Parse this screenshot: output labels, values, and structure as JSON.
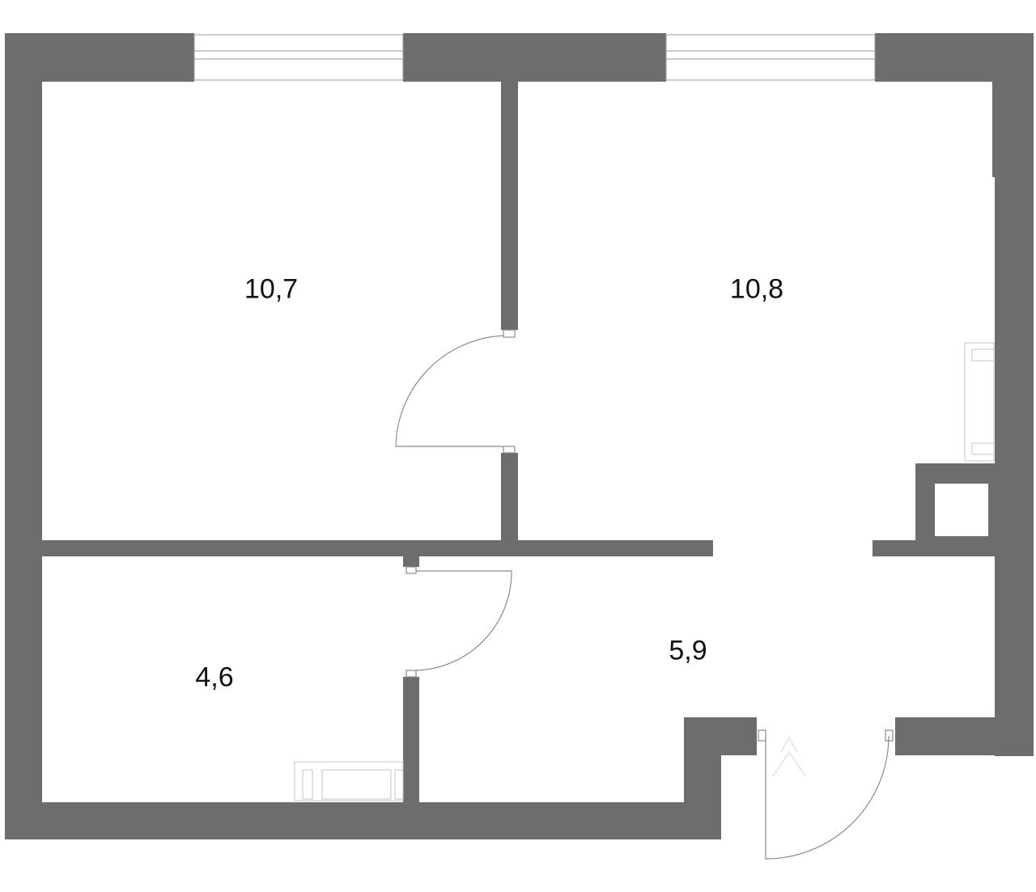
{
  "rooms": [
    {
      "id": "bedroom",
      "area": "10,7"
    },
    {
      "id": "living-kitchen",
      "area": "10,8"
    },
    {
      "id": "bathroom",
      "area": "4,6"
    },
    {
      "id": "hallway",
      "area": "5,9"
    }
  ],
  "colors": {
    "wall": "#6d6d6d",
    "background": "#ffffff",
    "fixture_line": "#9a9a9a",
    "label": "#111111"
  }
}
